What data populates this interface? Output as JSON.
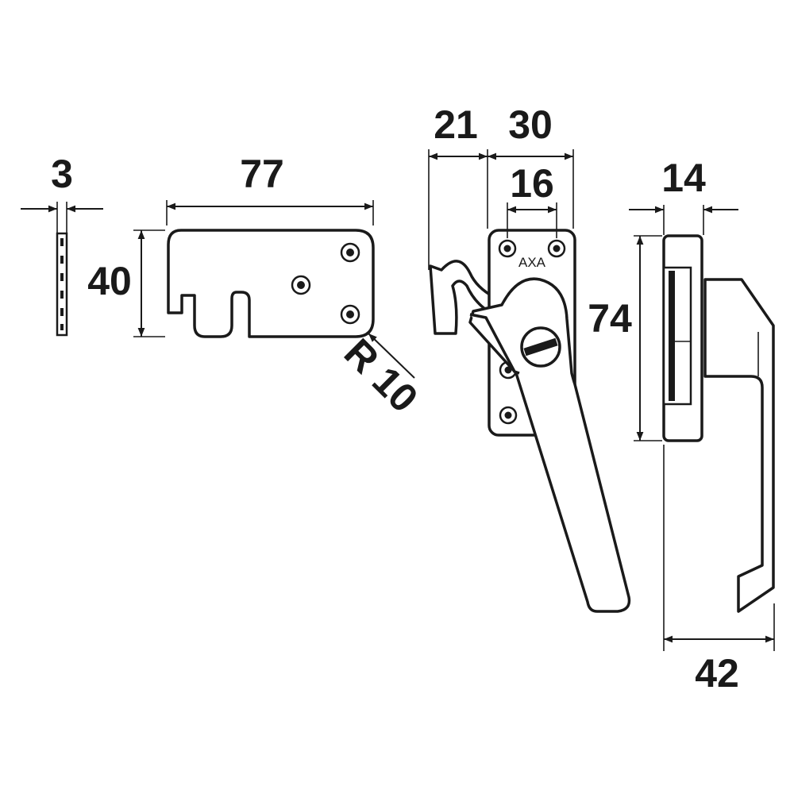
{
  "dimensions": {
    "spacer_thickness": "3",
    "keeper_length": "77",
    "keeper_height": "40",
    "keeper_radius": "R 10",
    "hook_offset": "21",
    "base_width": "30",
    "hole_spacing": "16",
    "base_height": "74",
    "side_depth": "14",
    "handle_projection": "42"
  },
  "brand": "AXA",
  "colors": {
    "line": "#1a1a1a",
    "fill": "#ffffff"
  }
}
